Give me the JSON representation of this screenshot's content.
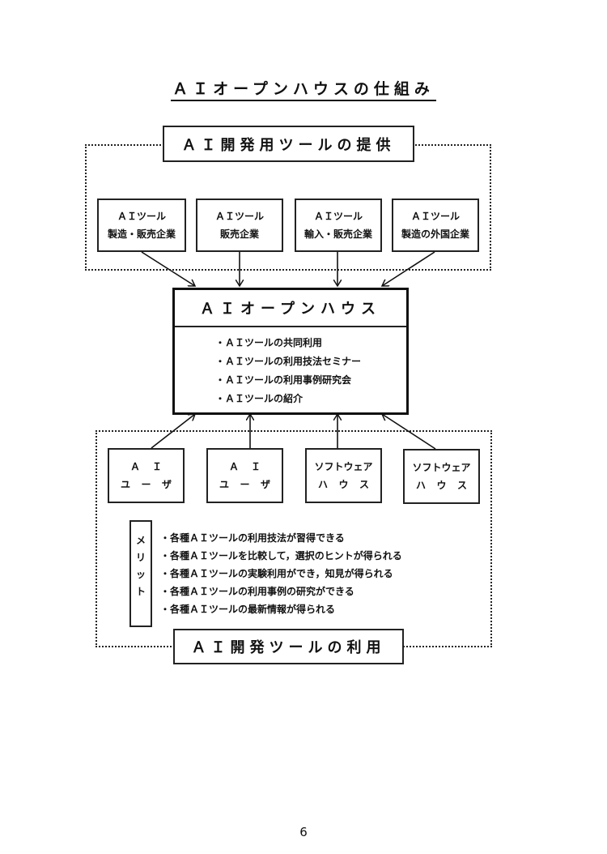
{
  "page": {
    "title": "ＡＩオープンハウスの仕組み",
    "page_number": "6"
  },
  "provision": {
    "label": "ＡＩ開発用ツールの提供",
    "suppliers": [
      {
        "line1": "ＡＩツール",
        "line2": "製造・販売企業"
      },
      {
        "line1": "ＡＩツール",
        "line2": "販売企業"
      },
      {
        "line1": "ＡＩツール",
        "line2": "輸入・販売企業"
      },
      {
        "line1": "ＡＩツール",
        "line2": "製造の外国企業"
      }
    ]
  },
  "openhouse": {
    "label": "ＡＩオープンハウス",
    "items": [
      "・ＡＩツールの共同利用",
      "・ＡＩツールの利用技法セミナー",
      "・ＡＩツールの利用事例研究会",
      "・ＡＩツールの紹介"
    ]
  },
  "usage": {
    "label": "ＡＩ開発ツールの利用",
    "users": [
      {
        "line1": [
          "Ａ",
          "Ｉ"
        ],
        "line2": [
          "ユ",
          "ー",
          "ザ"
        ]
      },
      {
        "line1": [
          "Ａ",
          "Ｉ"
        ],
        "line2": [
          "ユ",
          "ー",
          "ザ"
        ]
      },
      {
        "line1": [
          "ソフトウェア"
        ],
        "line2": [
          "ハ",
          "ウ",
          "ス"
        ]
      },
      {
        "line1": [
          "ソフトウェア"
        ],
        "line2": [
          "ハ",
          "ウ",
          "ス"
        ]
      }
    ],
    "merit_label_chars": [
      "メ",
      "リ",
      "ッ",
      "ト"
    ],
    "merits": [
      "・各種ＡＩツールの利用技法が習得できる",
      "・各種ＡＩツールを比較して，選択のヒントが得られる",
      "・各種ＡＩツールの実験利用ができ，知見が得られる",
      "・各種ＡＩツールの利用事例の研究ができる",
      "・各種ＡＩツールの最新情報が得られる"
    ]
  }
}
